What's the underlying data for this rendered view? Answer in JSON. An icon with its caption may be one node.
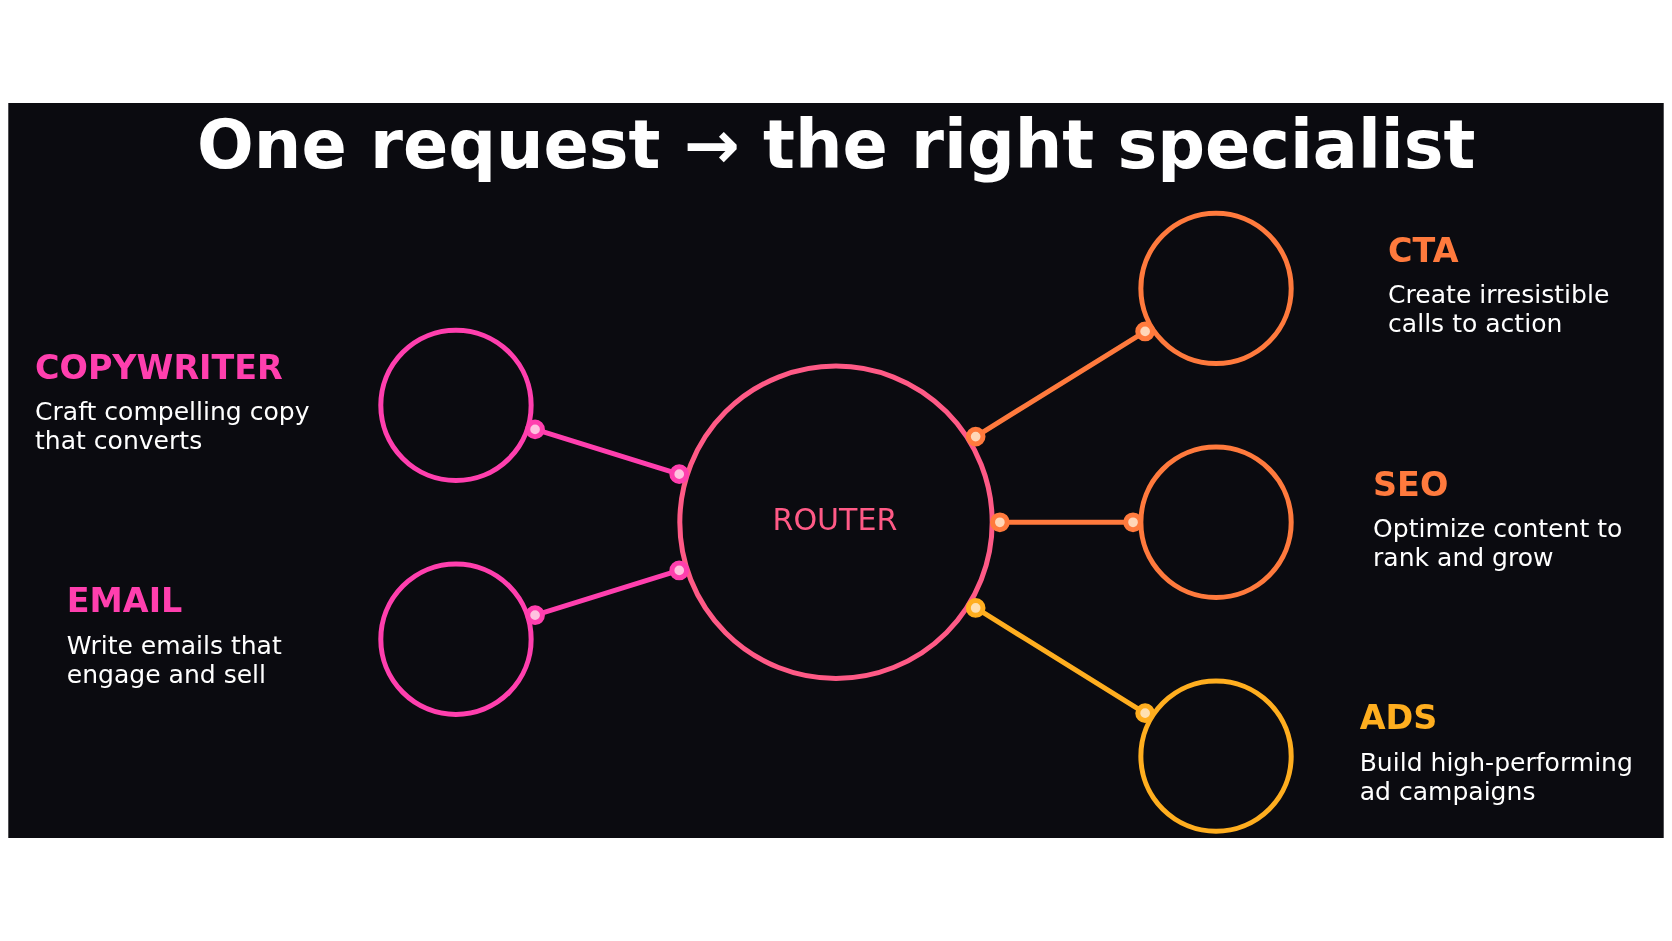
{
  "diagram": {
    "title": "One request → the right specialist",
    "nodes": [
      {
        "text": [],
        "shape": "circle",
        "beside": [
          "COPYWRITER",
          "Craft compelling copy that converts"
        ]
      },
      {
        "text": [],
        "shape": "circle",
        "beside": [
          "EMAIL",
          "Write emails that engage and sell"
        ]
      },
      {
        "text": [
          "ROUTER"
        ]
      },
      {
        "text": [],
        "shape": "circle",
        "beside": [
          "CTA",
          "Create irresistible calls to action"
        ]
      },
      {
        "text": [],
        "shape": "circle",
        "beside": [
          "SEO",
          "Optimize content to rank and grow"
        ]
      },
      {
        "text": [],
        "shape": "circle",
        "beside": [
          "ADS",
          "Build high-performing ad campaigns"
        ]
      }
    ],
    "edges": [
      {
        "from": 0,
        "to": 2,
        "arrow": "other",
        "color": "#ff3fae"
      },
      {
        "from": 1,
        "to": 2,
        "arrow": "other",
        "color": "#ff3fae"
      },
      {
        "from": 2,
        "to": 3,
        "arrow": "other",
        "color": "#ff7a3d"
      },
      {
        "from": 2,
        "to": 4,
        "arrow": "other",
        "color": "#ff7a3d"
      },
      {
        "from": 2,
        "to": 5,
        "arrow": "other",
        "color": "#ffae1f"
      }
    ]
  }
}
